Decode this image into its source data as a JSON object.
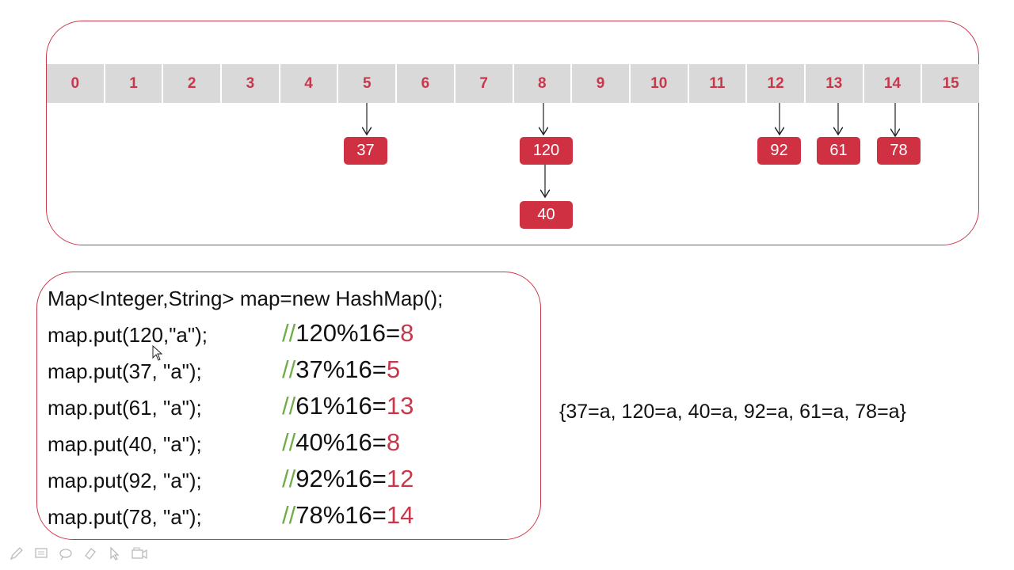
{
  "array": {
    "indices": [
      "0",
      "1",
      "2",
      "3",
      "4",
      "5",
      "6",
      "7",
      "8",
      "9",
      "10",
      "11",
      "12",
      "13",
      "14",
      "15"
    ]
  },
  "nodes": [
    {
      "bucket": 5,
      "value": "37"
    },
    {
      "bucket": 8,
      "value": "120"
    },
    {
      "bucket": 8,
      "value": "40",
      "chained_after": "120"
    },
    {
      "bucket": 12,
      "value": "92"
    },
    {
      "bucket": 13,
      "value": "61"
    },
    {
      "bucket": 14,
      "value": "78"
    }
  ],
  "code": {
    "declaration": "Map<Integer,String> map=new HashMap();",
    "lines": [
      {
        "stmt": "map.put(120,\"a\");",
        "slashes": "//",
        "expr": "120%16=",
        "result": "8"
      },
      {
        "stmt": "map.put(37, \"a\");",
        "slashes": "//",
        "expr": "37%16=",
        "result": "5"
      },
      {
        "stmt": "map.put(61, \"a\");",
        "slashes": "//",
        "expr": "61%16=",
        "result": "13"
      },
      {
        "stmt": "map.put(40, \"a\");",
        "slashes": "//",
        "expr": "40%16=",
        "result": "8"
      },
      {
        "stmt": "map.put(92, \"a\");",
        "slashes": "//",
        "expr": "92%16=",
        "result": "12"
      },
      {
        "stmt": "map.put(78, \"a\");",
        "slashes": "//",
        "expr": "78%16=",
        "result": "14"
      }
    ]
  },
  "output": "{37=a, 120=a, 40=a, 92=a, 61=a, 78=a}",
  "colors": {
    "accent": "#c8384c",
    "node_fill": "#cf3143",
    "cell_fill": "#d9d9d9",
    "comment_green": "#70ad47"
  },
  "toolbar": [
    "pen-icon",
    "slide-icon",
    "highlighter-icon",
    "eraser-icon",
    "pointer-icon",
    "camera-icon"
  ]
}
